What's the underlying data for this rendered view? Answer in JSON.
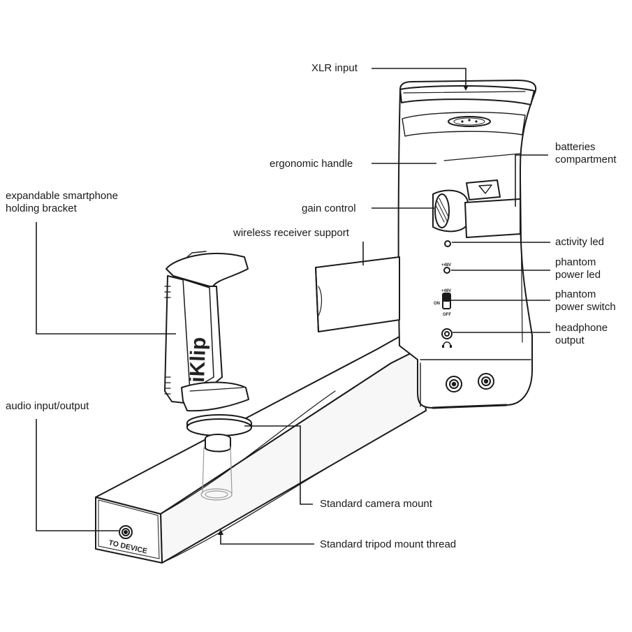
{
  "labels": {
    "xlr_input": "XLR input",
    "ergonomic_handle": "ergonomic handle",
    "batteries_line1": "batteries",
    "batteries_line2": "compartment",
    "bracket_line1": "expandable smartphone",
    "bracket_line2": "holding bracket",
    "gain_control": "gain control",
    "wireless_receiver_support": "wireless receiver support",
    "activity_led": "activity led",
    "phantom_led_line1": "phantom",
    "phantom_led_line2": "power led",
    "phantom_switch_line1": "phantom",
    "phantom_switch_line2": "power switch",
    "headphone_line1": "headphone",
    "headphone_line2": "output",
    "audio_io": "audio input/output",
    "camera_mount": "Standard camera mount",
    "tripod_mount": "Standard tripod mount thread"
  },
  "device_text": {
    "brand": "iKlip",
    "to_device": "TO DEVICE",
    "plus48v": "+48V",
    "on": "ON",
    "off": "OFF",
    "switch_48v": "+48V"
  }
}
